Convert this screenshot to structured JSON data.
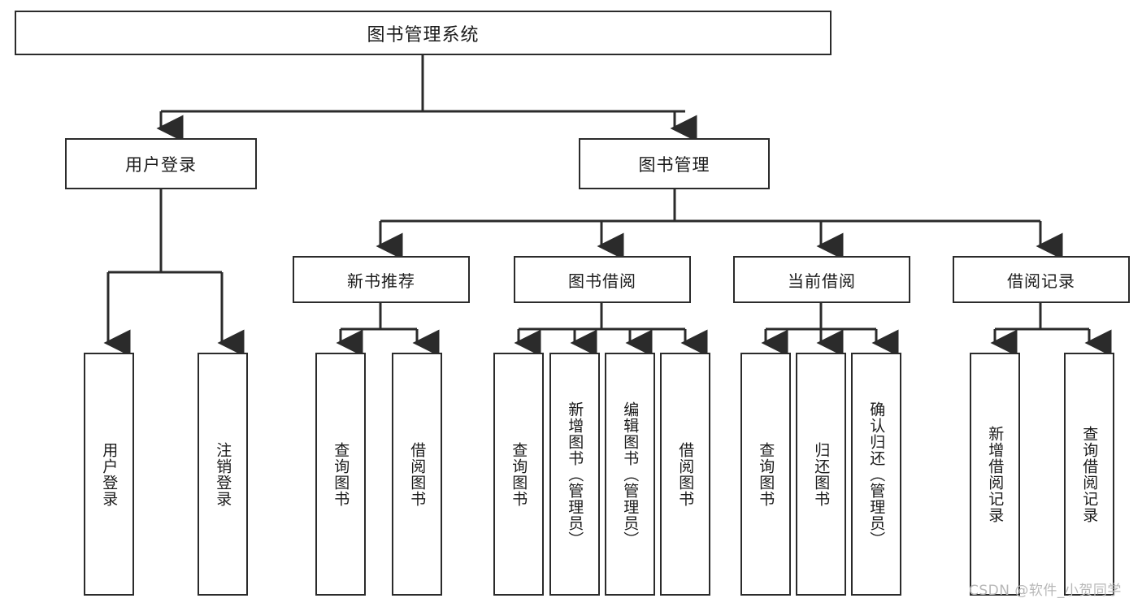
{
  "diagram": {
    "title": "图书管理系统",
    "type": "tree-hierarchy",
    "root": {
      "label": "图书管理系统"
    },
    "level2": [
      {
        "label": "用户登录"
      },
      {
        "label": "图书管理"
      }
    ],
    "level3": [
      {
        "label": "新书推荐"
      },
      {
        "label": "图书借阅"
      },
      {
        "label": "当前借阅"
      },
      {
        "label": "借阅记录"
      }
    ],
    "leaves": {
      "user_login": [
        {
          "label": "用户登录"
        },
        {
          "label": "注销登录"
        }
      ],
      "new_book_recommend": [
        {
          "label": "查询图书"
        },
        {
          "label": "借阅图书"
        }
      ],
      "book_borrow": [
        {
          "label": "查询图书"
        },
        {
          "label": "新增图书（管理员）"
        },
        {
          "label": "编辑图书（管理员）"
        },
        {
          "label": "借阅图书"
        }
      ],
      "current_borrow": [
        {
          "label": "查询图书"
        },
        {
          "label": "归还图书"
        },
        {
          "label": "确认归还（管理员）"
        }
      ],
      "borrow_record": [
        {
          "label": "新增借阅记录"
        },
        {
          "label": "查询借阅记录"
        }
      ]
    }
  },
  "watermark": {
    "text": "CSDN @软件_小贺同学"
  },
  "colors": {
    "border": "#2b2b2b",
    "text": "#1b1b1b",
    "background": "#ffffff",
    "watermark": "#b8b8b8"
  }
}
